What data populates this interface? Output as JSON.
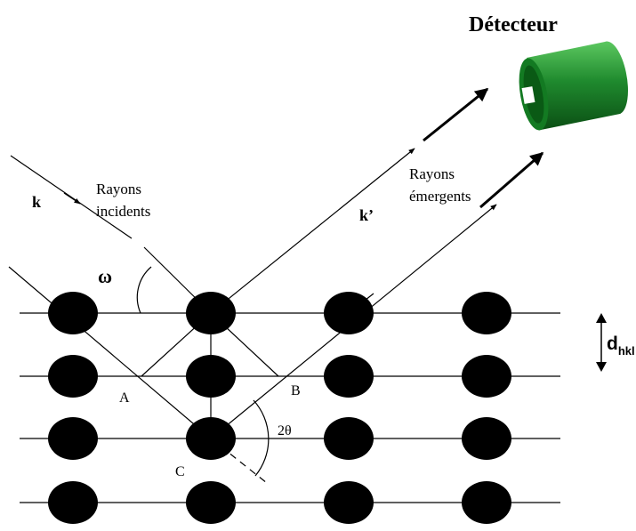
{
  "labels": {
    "detector": "Détecteur",
    "wavevector_in": "k",
    "incident_line1": "Rayons",
    "incident_line2": "incidents",
    "wavevector_out": "k’",
    "emergent_line1": "Rayons",
    "emergent_line2": "émergents",
    "omega": "ω",
    "point_a": "A",
    "point_b": "B",
    "point_c": "C",
    "two_theta": "2θ",
    "spacing_main": "d",
    "spacing_sub": "hkl"
  },
  "colors": {
    "ink": "#000000",
    "detector_body": "#1f8a2e",
    "detector_dark": "#0d5c17",
    "detector_light": "#4fbf55"
  },
  "lattice": {
    "rows": 4,
    "columns": 4
  }
}
